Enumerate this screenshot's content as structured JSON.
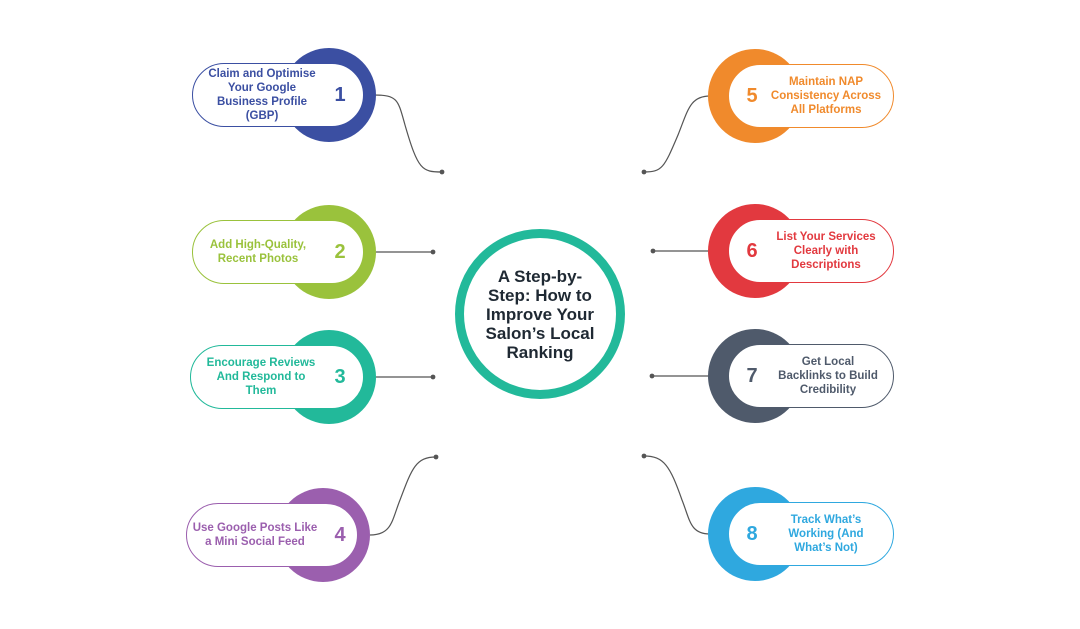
{
  "center": {
    "title": "A Step-by-Step: How to Improve Your Salon’s Local Ranking"
  },
  "colors": {
    "center": "#22b99a",
    "line": "#555555"
  },
  "steps": [
    {
      "number": "1",
      "label": "Claim and Optimise Your Google Business Profile (GBP)",
      "color": "#3b4fa2"
    },
    {
      "number": "2",
      "label": "Add High-Quality, Recent Photos",
      "color": "#9ac23c"
    },
    {
      "number": "3",
      "label": "Encourage Reviews And Respond to Them",
      "color": "#22b99a"
    },
    {
      "number": "4",
      "label": "Use Google Posts Like a Mini Social Feed",
      "color": "#9b5fae"
    },
    {
      "number": "5",
      "label": "Maintain NAP Consistency Across All Platforms",
      "color": "#f08a2c"
    },
    {
      "number": "6",
      "label": "List Your Services Clearly with Descriptions",
      "color": "#e2393f"
    },
    {
      "number": "7",
      "label": "Get Local Backlinks to Build Credibility",
      "color": "#4f5a6b"
    },
    {
      "number": "8",
      "label": "Track What’s Working (And What’s Not)",
      "color": "#2fa8df"
    }
  ]
}
